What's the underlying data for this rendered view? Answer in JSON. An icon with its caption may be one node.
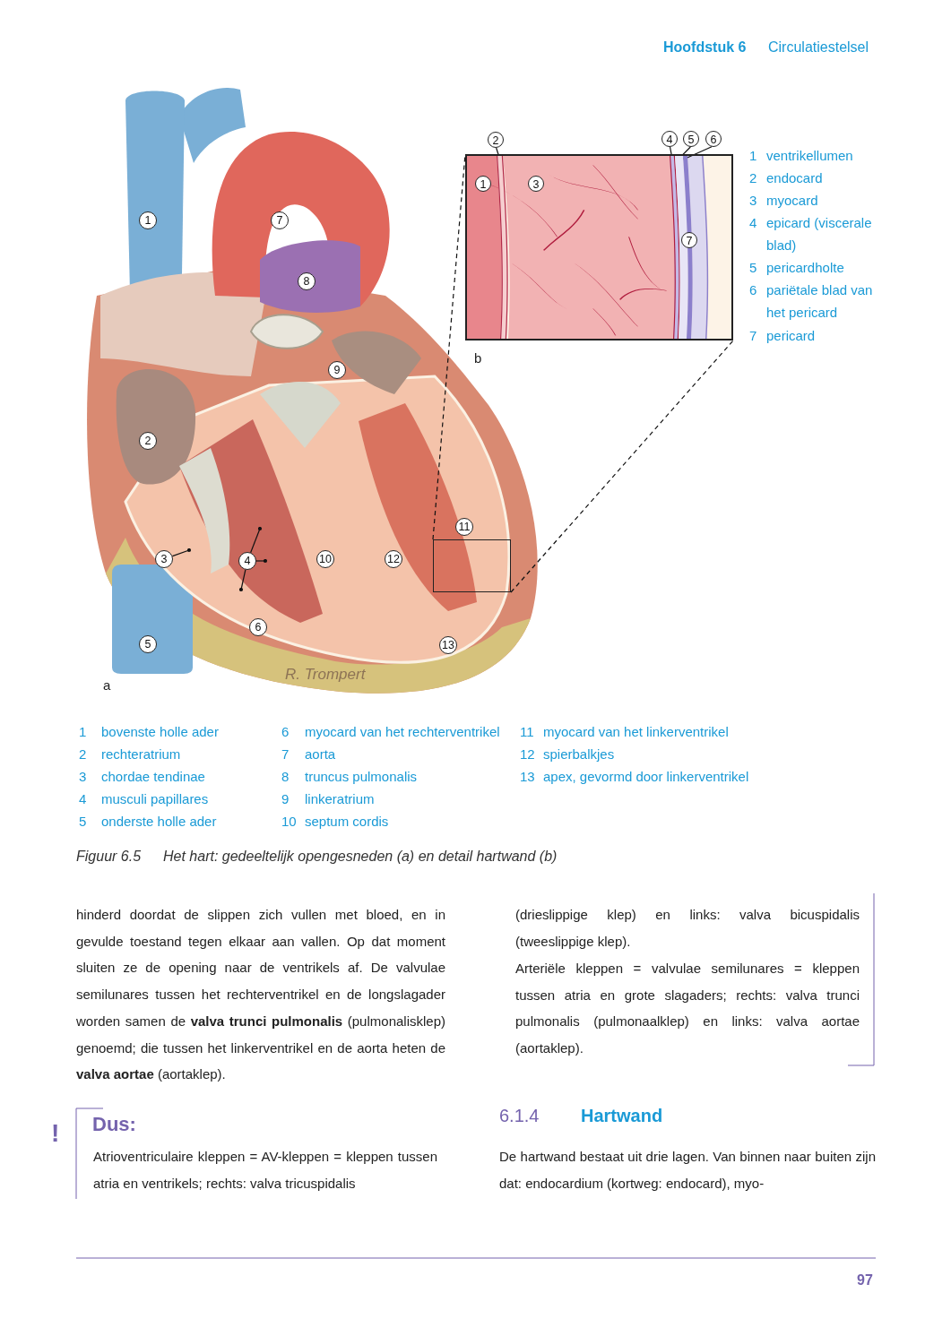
{
  "diagram": {
    "nodes": [
      {
        "text": [
          "1"
        ]
      },
      {
        "text": [
          "2"
        ]
      },
      {
        "text": [
          "3"
        ]
      },
      {
        "text": [
          "4"
        ]
      },
      {
        "text": [
          "5"
        ]
      },
      {
        "text": [
          "6"
        ]
      },
      {
        "text": [
          "7"
        ]
      },
      {
        "text": [
          "8"
        ]
      },
      {
        "text": [
          "9"
        ]
      },
      {
        "text": [
          "10"
        ]
      },
      {
        "text": [
          "11"
        ]
      },
      {
        "text": [
          "12"
        ]
      },
      {
        "text": [
          "13"
        ]
      },
      {
        "text": [],
        "shape": "box"
      },
      {
        "text": [],
        "shape": "box"
      },
      {
        "text": [
          "2"
        ]
      },
      {
        "text": [
          "4"
        ]
      },
      {
        "text": [
          "5"
        ]
      },
      {
        "text": [
          "6"
        ]
      },
      {
        "text": [
          "1"
        ],
        "in": 14
      },
      {
        "text": [
          "3"
        ],
        "in": 14
      },
      {
        "text": [
          "7"
        ],
        "in": 14
      },
      {
        "text": [],
        "shape": "band",
        "in": 14
      },
      {
        "text": [],
        "shape": "band",
        "in": 14
      },
      {
        "text": [],
        "shape": "band",
        "in": 14
      },
      {
        "text": [],
        "shape": "band",
        "in": 14
      }
    ],
    "edges": [
      {
        "from": 2,
        "to": null,
        "arrow": "other"
      },
      {
        "from": 3,
        "to": null,
        "arrow": "other"
      },
      {
        "from": 3,
        "to": null,
        "arrow": "other"
      },
      {
        "from": 3,
        "to": null,
        "arrow": "other"
      },
      {
        "from": 15,
        "to": 22,
        "arrow": "other"
      },
      {
        "from": 16,
        "to": 23,
        "arrow": "other"
      },
      {
        "from": 17,
        "to": 24,
        "arrow": "other"
      },
      {
        "from": 18,
        "to": 25,
        "arrow": "other"
      },
      {
        "from": 13,
        "to": 14,
        "arrow": "none",
        "style": "dashed"
      },
      {
        "from": 13,
        "to": 14,
        "arrow": "none",
        "style": "dashed"
      }
    ],
    "labels": [
      "Hoofdstuk 6",
      "Circulatiestelsel",
      "b",
      "1",
      "ventrikellumen",
      "2",
      "endocard",
      "3",
      "myocard",
      "4",
      "epicard (viscerale blad)",
      "5",
      "pericardholte",
      "6",
      "pariëtale blad van het pericard",
      "7",
      "pericard",
      "R. Trompert",
      "a",
      "1",
      "bovenste holle ader",
      "2",
      "rechteratrium",
      "3",
      "chordae tendinae",
      "4",
      "musculi papillares",
      "5",
      "onderste holle ader",
      "6",
      "myocard van het rechterventrikel",
      "7",
      "aorta",
      "8",
      "truncus pulmonalis",
      "9",
      "linkeratrium",
      "10",
      "septum cordis",
      "11",
      "myocard van het linkerventrikel",
      "12",
      "spierbalkjes",
      "13",
      "apex, gevormd door linkerventrikel",
      "Figuur 6.5",
      "Het hart: gedeeltelijk opengesneden (a) en detail hartwand (b)",
      "hinderd doordat de slippen zich vullen met bloed, en in gevulde toestand tegen elkaar aan vallen. Op dat moment sluiten ze de opening naar de ventrikels af. De valvulae semilunares tussen het rechterventrikel en de longslagader worden samen de **valva trunci pulmonalis** (pulmonalisklep) genoemd; die tussen het linkerventrikel en de aorta heten de **valva aortae** (aortaklep).",
      "(drieslippige klep) en links: valva bicuspidalis (tweeslippige klep).",
      "Arteriële kleppen = valvulae semilunares = kleppen tussen atria en grote slagaders; rechts: valva trunci pulmonalis (pulmonaalklep) en links: valva aortae (aortaklep).",
      "!",
      "Dus:",
      "Atrioventriculaire kleppen = AV-kleppen = kleppen tussen atria en ventrikels; rechts: valva tricuspidalis",
      "6.1.4",
      "Hartwand",
      "De hartwand bestaat uit drie lagen. Van binnen naar buiten zijn dat: endocardium (kortweg: endocard), myo-",
      "97"
    ]
  }
}
